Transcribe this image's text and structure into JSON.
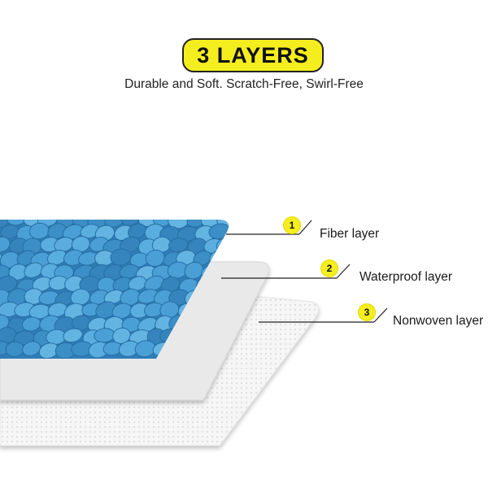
{
  "title": "3 LAYERS",
  "subtitle": "Durable and Soft. Scratch-Free, Swirl-Free",
  "layers": [
    {
      "number": "1",
      "label": "Fiber layer"
    },
    {
      "number": "2",
      "label": "Waterproof layer"
    },
    {
      "number": "3",
      "label": "Nonwoven layer"
    }
  ],
  "colors": {
    "badge": "#f5ee1e",
    "fiber": "#3b8ec6",
    "waterproof": "#e7e7e7",
    "nonwoven": "#f4f4f4"
  }
}
